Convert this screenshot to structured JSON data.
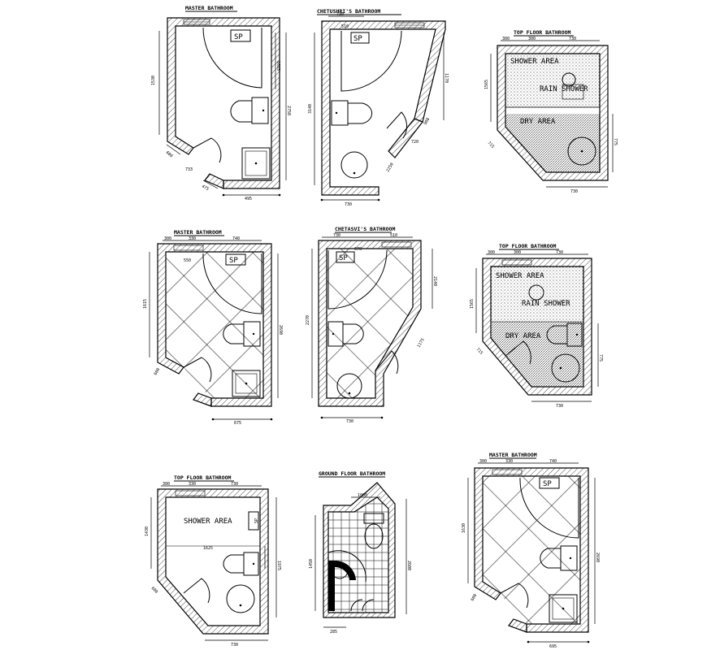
{
  "plans": [
    {
      "title": "MASTER BATHROOM",
      "labels": [
        "SP"
      ],
      "dims": [
        "1530",
        "1615",
        "600",
        "733",
        "2750",
        "475",
        "495"
      ]
    },
    {
      "title": "CHETUSHRI'S BATHROOM",
      "labels": [
        "SP"
      ],
      "dims": [
        "730",
        "510",
        "1170",
        "3140",
        "2250",
        "908",
        "720",
        "730",
        "2250"
      ]
    },
    {
      "title": "TOP FLOOR BATHROOM",
      "labels": [
        "SHOWER AREA",
        "RAIN SHOWER",
        "DRY AREA"
      ],
      "dims": [
        "300",
        "300",
        "730",
        "1565",
        "775",
        "715",
        "730"
      ]
    },
    {
      "title": "MASTER BATHROOM",
      "labels": [
        "SP"
      ],
      "dims": [
        "300",
        "330",
        "740",
        "550",
        "1615",
        "2690",
        "600",
        "675"
      ]
    },
    {
      "title": "CHETASVI'S BATHROOM",
      "labels": [
        "SP"
      ],
      "dims": [
        "730",
        "510",
        "670",
        "2140",
        "2270",
        "1175",
        "730"
      ]
    },
    {
      "title": "TOP FLOOR BATHROOM",
      "labels": [
        "SHOWER AREA",
        "RAIN SHOWER",
        "DRY AREA"
      ],
      "dims": [
        "300",
        "300",
        "730",
        "1565",
        "775",
        "715",
        "730"
      ]
    },
    {
      "title": "TOP FLOOR BATHROOM",
      "labels": [
        "SHOWER AREA",
        "SP"
      ],
      "dims": [
        "300",
        "330",
        "730",
        "1430",
        "1625",
        "1975",
        "600",
        "730"
      ]
    },
    {
      "title": "GROUND FLOOR BATHROOM",
      "labels": [],
      "dims": [
        "1000",
        "1450",
        "2600",
        "285"
      ]
    },
    {
      "title": "MASTER BATHROOM",
      "labels": [
        "SP"
      ],
      "dims": [
        "300",
        "330",
        "740",
        "1630",
        "2690",
        "600",
        "695"
      ]
    }
  ]
}
